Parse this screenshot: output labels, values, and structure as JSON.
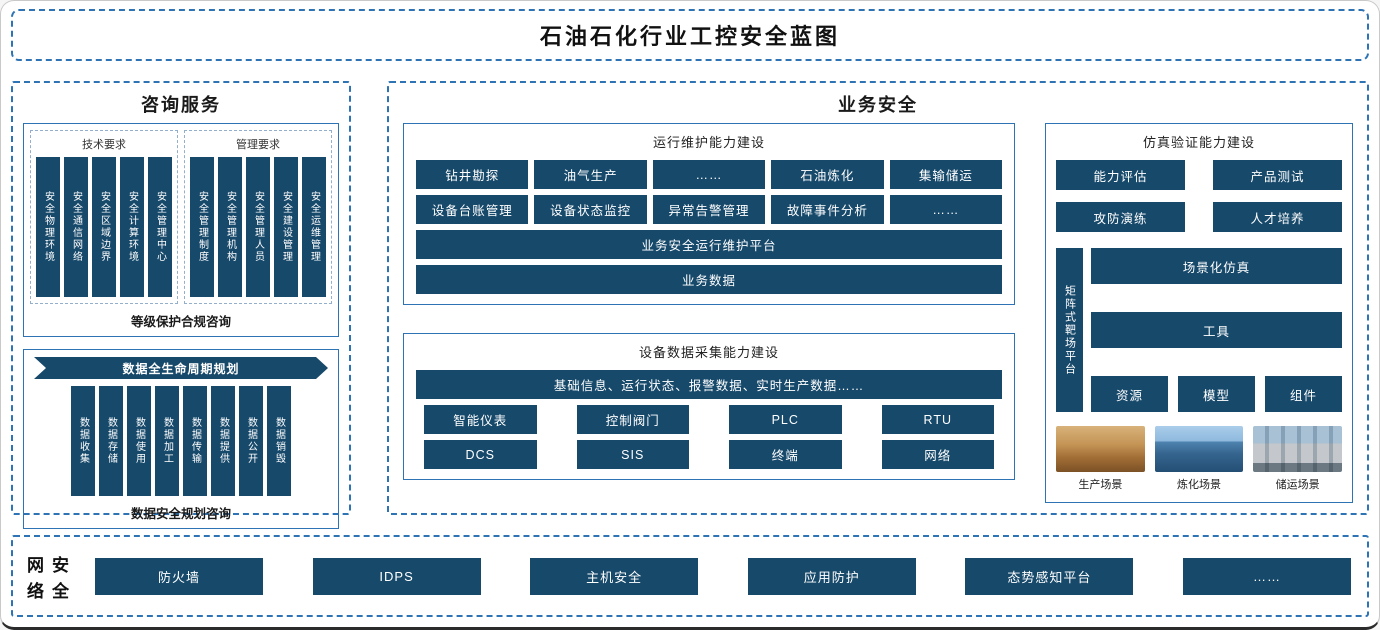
{
  "title": "石油石化行业工控安全蓝图",
  "colors": {
    "navy": "#17496b",
    "dashed_border": "#2e74b5"
  },
  "consulting": {
    "title": "咨询服务",
    "tech": {
      "title": "技术要求",
      "items": [
        "安全物理环境",
        "安全通信网络",
        "安全区域边界",
        "安全计算环境",
        "安全管理中心"
      ]
    },
    "mgmt": {
      "title": "管理要求",
      "items": [
        "安全管理制度",
        "安全管理机构",
        "安全管理人员",
        "安全建设管理",
        "安全运维管理"
      ]
    },
    "level_label": "等级保护合规咨询",
    "lifecycle": {
      "banner": "数据全生命周期规划",
      "items": [
        "数据收集",
        "数据存储",
        "数据使用",
        "数据加工",
        "数据传输",
        "数据提供",
        "数据公开",
        "数据销毁"
      ],
      "label": "数据安全规划咨询"
    }
  },
  "business": {
    "title": "业务安全",
    "ops": {
      "title": "运行维护能力建设",
      "row1": [
        "钻井勘探",
        "油气生产",
        "……",
        "石油炼化",
        "集输储运"
      ],
      "row2": [
        "设备台账管理",
        "设备状态监控",
        "异常告警管理",
        "故障事件分析",
        "……"
      ],
      "platform": "业务安全运行维护平台",
      "data": "业务数据"
    },
    "device": {
      "title": "设备数据采集能力建设",
      "banner": "基础信息、运行状态、报警数据、实时生产数据……",
      "row1": [
        "智能仪表",
        "控制阀门",
        "PLC",
        "RTU"
      ],
      "row2": [
        "DCS",
        "SIS",
        "终端",
        "网络"
      ]
    },
    "sim": {
      "title": "仿真验证能力建设",
      "cells": [
        "能力评估",
        "产品测试",
        "攻防演练",
        "人才培养"
      ],
      "matrix_label": "矩阵式靶场平台",
      "scenario": "场景化仿真",
      "tools": "工具",
      "row3": [
        "资源",
        "模型",
        "组件"
      ],
      "photo_labels": [
        "生产场景",
        "炼化场景",
        "储运场景"
      ]
    }
  },
  "network": {
    "label_chars": [
      "网",
      "安",
      "络",
      "全"
    ],
    "items": [
      "防火墙",
      "IDPS",
      "主机安全",
      "应用防护",
      "态势感知平台",
      "……"
    ]
  }
}
